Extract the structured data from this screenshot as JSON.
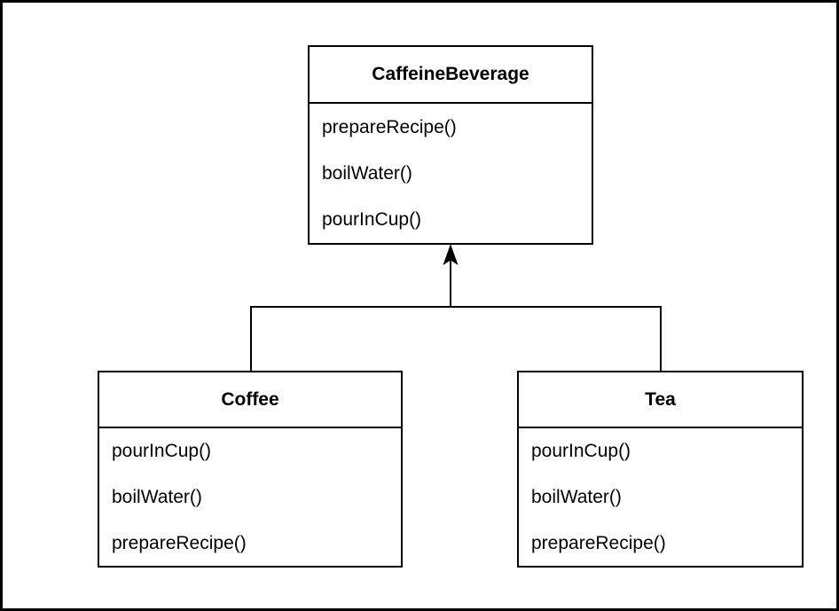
{
  "diagram": {
    "kind": "uml-class-diagram",
    "background_color": "#ffffff",
    "line_color": "#000000",
    "text_color": "#000000",
    "classes": [
      {
        "name": "CaffeineBeverage",
        "methods": [
          "prepareRecipe()",
          "boilWater()",
          "pourInCup()"
        ]
      },
      {
        "name": "Coffee",
        "methods": [
          "pourInCup()",
          "boilWater()",
          "prepareRecipe()"
        ]
      },
      {
        "name": "Tea",
        "methods": [
          "pourInCup()",
          "boilWater()",
          "prepareRecipe()"
        ]
      }
    ],
    "relationships": [
      {
        "from": "Coffee",
        "to": "CaffeineBeverage",
        "type": "inheritance"
      },
      {
        "from": "Tea",
        "to": "CaffeineBeverage",
        "type": "inheritance"
      }
    ]
  }
}
